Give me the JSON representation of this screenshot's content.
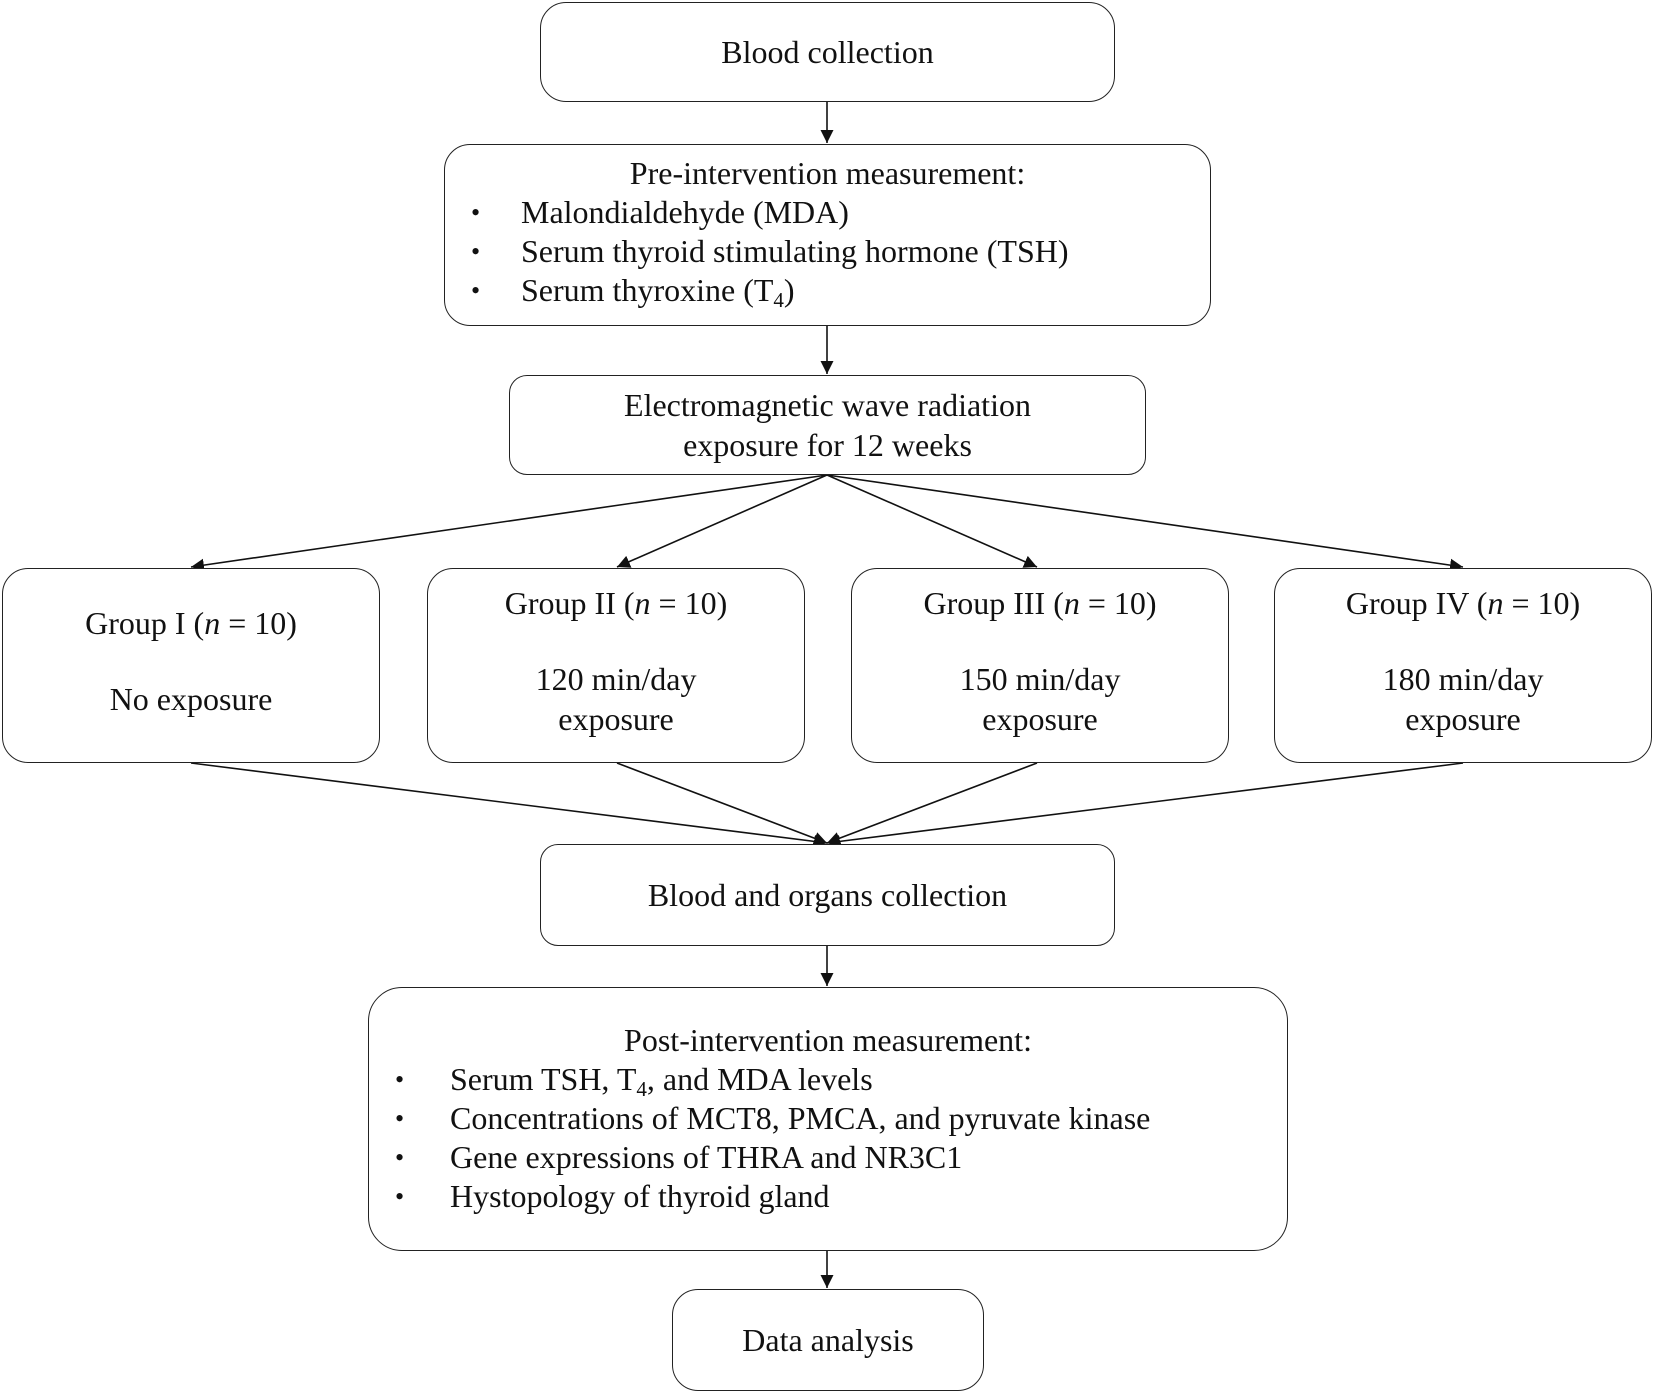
{
  "nodes": {
    "blood_collection": "Blood collection",
    "pre_intervention": {
      "heading": "Pre-intervention measurement:",
      "items": [
        {
          "text": "Malondialdehyde (MDA)"
        },
        {
          "text": "Serum thyroid stimulating hormone (TSH)"
        },
        {
          "text_before": "Serum thyroxine (T",
          "sub": "4",
          "text_after": ")"
        }
      ]
    },
    "exposure": {
      "line1": "Electromagnetic wave radiation",
      "line2": "exposure for 12 weeks"
    },
    "groups": [
      {
        "label": "Group I (",
        "n": "n",
        "count": " = 10)",
        "desc1": "No exposure",
        "desc2": ""
      },
      {
        "label": "Group II (",
        "n": "n",
        "count": " = 10)",
        "desc1": "120 min/day",
        "desc2": "exposure"
      },
      {
        "label": "Group III (",
        "n": "n",
        "count": " = 10)",
        "desc1": "150 min/day",
        "desc2": "exposure"
      },
      {
        "label": "Group IV (",
        "n": "n",
        "count": " = 10)",
        "desc1": "180 min/day",
        "desc2": "exposure"
      }
    ],
    "blood_organs": "Blood and organs collection",
    "post_intervention": {
      "heading": "Post-intervention measurement:",
      "items": [
        {
          "text_before": "Serum TSH, T",
          "sub": "4",
          "text_after": ", and MDA levels"
        },
        {
          "text": "Concentrations of MCT8, PMCA, and pyruvate kinase"
        },
        {
          "text": "Gene expressions of THRA and NR3C1"
        },
        {
          "text": "Hystopology of thyroid gland"
        }
      ]
    },
    "data_analysis": "Data analysis"
  },
  "bullet_symbol": "•"
}
